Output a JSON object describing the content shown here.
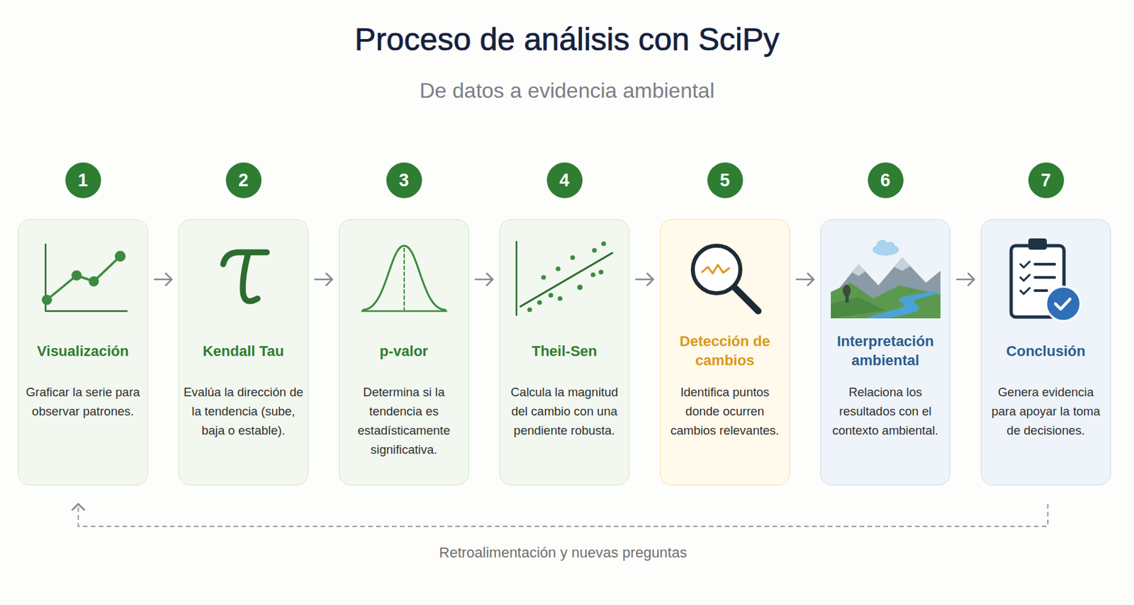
{
  "diagram": {
    "title": "Proceso de análisis con SciPy",
    "caption": "De datos a evidencia ambiental",
    "nodes": [
      {
        "text": [
          "1"
        ]
      },
      {
        "text": [
          "2"
        ]
      },
      {
        "text": [
          "3"
        ]
      },
      {
        "text": [
          "4"
        ]
      },
      {
        "text": [
          "5"
        ]
      },
      {
        "text": [
          "6"
        ]
      },
      {
        "text": [
          "7"
        ]
      },
      {
        "text": [
          "Visualización",
          "Graficar la serie para observar patrones."
        ]
      },
      {
        "text": [
          "Kendall Tau",
          "Evalúa la dirección de la tendencia (sube, baja o estable)."
        ]
      },
      {
        "text": [
          "p-valor",
          "Determina si la tendencia es estadísticamente significativa."
        ]
      },
      {
        "text": [
          "Theil-Sen",
          "Calcula la magnitud del cambio con una pendiente robusta."
        ]
      },
      {
        "text": [
          "Detección de cambios",
          "Identifica puntos donde ocurren cambios relevantes."
        ]
      },
      {
        "text": [
          "Interpretación ambiental",
          "Relaciona los resultados con el contexto ambiental."
        ]
      },
      {
        "text": [
          "Conclusión",
          "Genera evidencia para apoyar la toma de decisiones."
        ]
      }
    ],
    "edges": [
      {
        "from": 7,
        "to": 8,
        "arrow": "to"
      },
      {
        "from": 8,
        "to": 9,
        "arrow": "to"
      },
      {
        "from": 9,
        "to": 10,
        "arrow": "to"
      },
      {
        "from": 10,
        "to": 11,
        "arrow": "to"
      },
      {
        "from": 11,
        "to": 12,
        "arrow": "to"
      },
      {
        "from": 12,
        "to": 13,
        "arrow": "to"
      },
      {
        "from": 13,
        "to": 7,
        "label": "Retroalimentación y nuevas preguntas",
        "arrow": "to"
      }
    ]
  }
}
